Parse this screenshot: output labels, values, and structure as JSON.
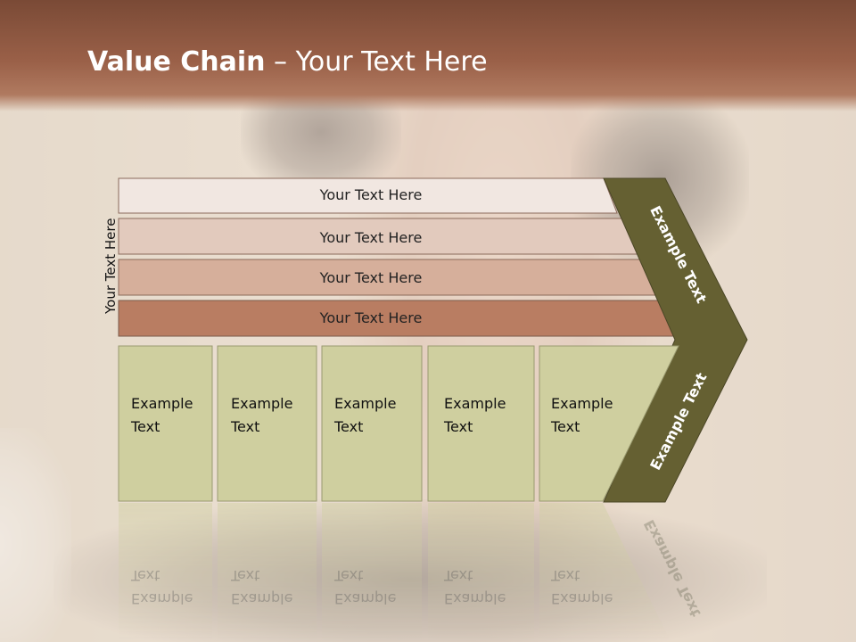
{
  "slide": {
    "title_bold": "Value Chain",
    "title_rest": " – Your Text Here",
    "side_label": "Your Text Here"
  },
  "rows": [
    {
      "label": "Your Text Here",
      "color": "#f1e7e1"
    },
    {
      "label": "Your Text Here",
      "color": "#e2cabd"
    },
    {
      "label": "Your Text Here",
      "color": "#d6af9b"
    },
    {
      "label": "Your Text Here",
      "color": "#b97d62"
    }
  ],
  "columns": [
    {
      "line1": "Example",
      "line2": "Text"
    },
    {
      "line1": "Example",
      "line2": "Text"
    },
    {
      "line1": "Example",
      "line2": "Text"
    },
    {
      "line1": "Example",
      "line2": "Text"
    },
    {
      "line1": "Example",
      "line2": "Text"
    }
  ],
  "column_color": "#cfcf9f",
  "arrow": {
    "top_label": "Example Text",
    "bottom_label": "Example Text",
    "color": "#656032"
  }
}
